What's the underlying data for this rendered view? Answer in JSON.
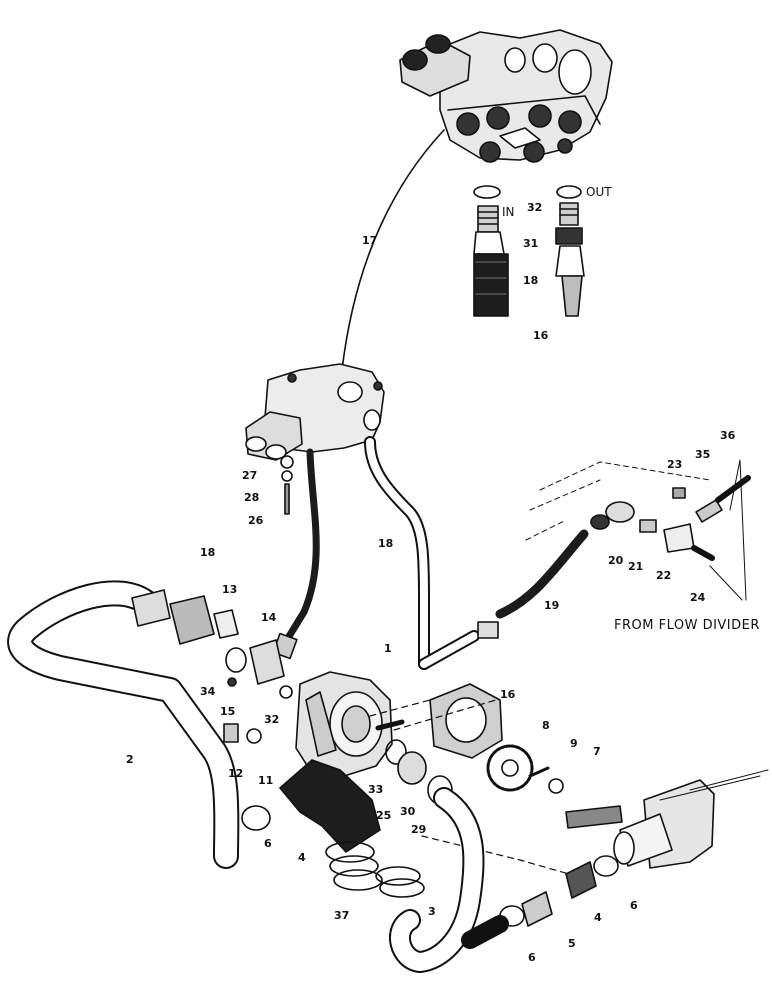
{
  "diagram": {
    "caption": "FROM FLOW DIVIDER",
    "port_in": "IN",
    "port_out": "OUT",
    "callouts": [
      {
        "id": "c17",
        "text": "17"
      },
      {
        "id": "c32a",
        "text": "32"
      },
      {
        "id": "c31",
        "text": "31"
      },
      {
        "id": "c18a",
        "text": "18"
      },
      {
        "id": "c16a",
        "text": "16"
      },
      {
        "id": "c27",
        "text": "27"
      },
      {
        "id": "c28",
        "text": "28"
      },
      {
        "id": "c26",
        "text": "26"
      },
      {
        "id": "c18b",
        "text": "18"
      },
      {
        "id": "c18c",
        "text": "18"
      },
      {
        "id": "c23",
        "text": "23"
      },
      {
        "id": "c35",
        "text": "35"
      },
      {
        "id": "c36",
        "text": "36"
      },
      {
        "id": "c20",
        "text": "20"
      },
      {
        "id": "c21",
        "text": "21"
      },
      {
        "id": "c22",
        "text": "22"
      },
      {
        "id": "c24",
        "text": "24"
      },
      {
        "id": "c19",
        "text": "19"
      },
      {
        "id": "c13",
        "text": "13"
      },
      {
        "id": "c14",
        "text": "14"
      },
      {
        "id": "c1",
        "text": "1"
      },
      {
        "id": "c34",
        "text": "34"
      },
      {
        "id": "c15",
        "text": "15"
      },
      {
        "id": "c32b",
        "text": "32"
      },
      {
        "id": "c16b",
        "text": "16"
      },
      {
        "id": "c2",
        "text": "2"
      },
      {
        "id": "c12",
        "text": "12"
      },
      {
        "id": "c11",
        "text": "11"
      },
      {
        "id": "c33",
        "text": "33"
      },
      {
        "id": "c8",
        "text": "8"
      },
      {
        "id": "c9",
        "text": "9"
      },
      {
        "id": "c7",
        "text": "7"
      },
      {
        "id": "c25",
        "text": "25"
      },
      {
        "id": "c30",
        "text": "30"
      },
      {
        "id": "c29",
        "text": "29"
      },
      {
        "id": "c6a",
        "text": "6"
      },
      {
        "id": "c4a",
        "text": "4"
      },
      {
        "id": "c37",
        "text": "37"
      },
      {
        "id": "c3",
        "text": "3"
      },
      {
        "id": "c4b",
        "text": "4"
      },
      {
        "id": "c6b",
        "text": "6"
      },
      {
        "id": "c5",
        "text": "5"
      },
      {
        "id": "c6c",
        "text": "6"
      }
    ]
  }
}
